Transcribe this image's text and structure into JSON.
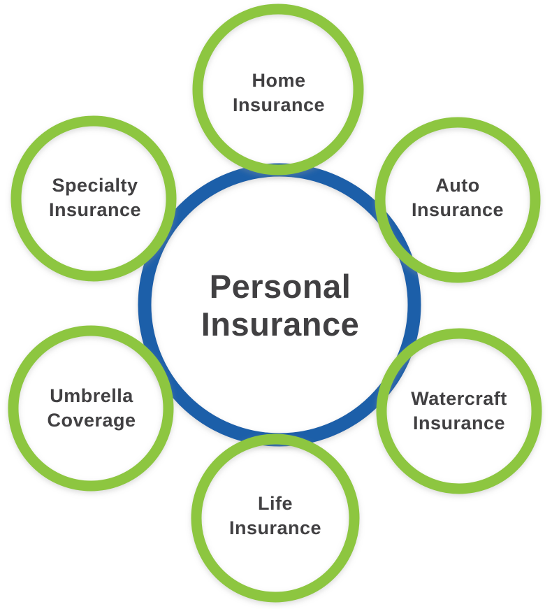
{
  "diagram": {
    "title": "Personal Insurance",
    "center": {
      "label": "Personal\nInsurance"
    },
    "nodes": [
      {
        "id": "home",
        "label": "Home\nInsurance"
      },
      {
        "id": "auto",
        "label": "Auto\nInsurance"
      },
      {
        "id": "watercraft",
        "label": "Watercraft\nInsurance"
      },
      {
        "id": "life",
        "label": "Life\nInsurance"
      },
      {
        "id": "umbrella",
        "label": "Umbrella\nCoverage"
      },
      {
        "id": "specialty",
        "label": "Specialty\nInsurance"
      }
    ],
    "colors": {
      "ring_green": "#8dc63f",
      "ring_blue": "#1b5fa9",
      "text": "#414042"
    }
  }
}
